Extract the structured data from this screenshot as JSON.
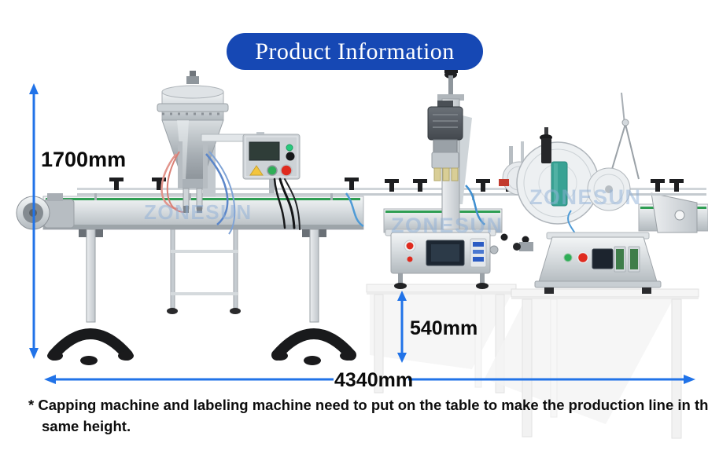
{
  "banner": {
    "label": "Product Information"
  },
  "dimensions": {
    "height": "1700mm",
    "table_height": "540mm",
    "total_length": "4340mm"
  },
  "note": {
    "lines": [
      "* Capping machine and labeling machine need to put on the table to make the production line in the",
      "same height."
    ]
  },
  "watermark": {
    "text": "ZONESUN"
  },
  "colors": {
    "banner_blue": "#1648b4",
    "arrow_blue": "#2173e8",
    "belt_green": "#2f9e53",
    "button_green": "#2fae57",
    "button_red": "#df2b1f",
    "warning_yellow": "#f3c53e",
    "teal_roller": "#38a294",
    "watermark_blue": "#8fb0d8"
  }
}
